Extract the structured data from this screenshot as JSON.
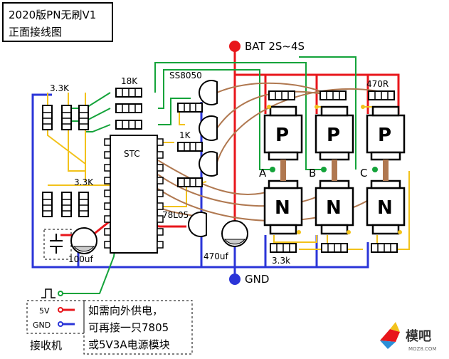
{
  "title": {
    "line1": "2020版PN无刷V1",
    "line2": "正面接线图"
  },
  "labels": {
    "bat": "BAT 2S~4S",
    "gnd": "GND",
    "stc": "STC",
    "r18k": "18K",
    "r3k3_top": "3.3K",
    "r3k3_mid": "3.3K",
    "r1k": "1K",
    "r470": "470R",
    "r3k3_bottom": "3.3k",
    "ss8050": "SS8050",
    "reg": "78L05",
    "cap100": "100uf",
    "cap470": "470uf",
    "phase_a": "A",
    "phase_b": "B",
    "phase_c": "C",
    "p": "P",
    "n": "N",
    "v5": "5V",
    "gnd_small": "GND",
    "receiver": "接收机",
    "note1": "如需向外供电，",
    "note2": "可再接一只7805",
    "note3": "或5V3A电源模块",
    "logo_text": "模吧",
    "logo_sub": "MOZ8.COM"
  },
  "colors": {
    "red": "#e8161b",
    "blue": "#2b35d8",
    "green": "#14a33a",
    "yellow": "#f2c21b",
    "brown": "#b07850"
  }
}
